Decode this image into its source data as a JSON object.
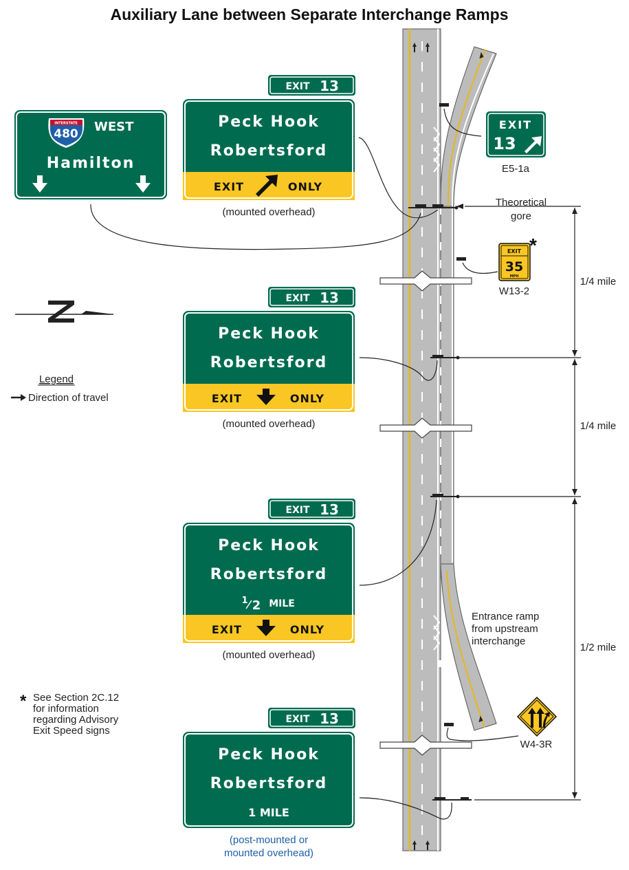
{
  "title": "Auxiliary Lane between Separate Interchange Ramps",
  "legend": {
    "heading": "Legend",
    "item": "Direction of travel"
  },
  "footnote": {
    "star": "*",
    "lines": [
      "See Section 2C.12",
      "for information",
      "regarding Advisory",
      "Exit Speed signs"
    ]
  },
  "signs": {
    "guide_1": {
      "tab_exit": "EXIT",
      "tab_num": "13",
      "dest1": "Peck Hook",
      "dest2": "Robertsford",
      "panel_left": "EXIT",
      "panel_right": "ONLY",
      "caption": "(mounted overhead)"
    },
    "guide_2": {
      "tab_exit": "EXIT",
      "tab_num": "13",
      "dest1": "Peck Hook",
      "dest2": "Robertsford",
      "panel_left": "EXIT",
      "panel_right": "ONLY",
      "caption": "(mounted overhead)"
    },
    "guide_3": {
      "tab_exit": "EXIT",
      "tab_num": "13",
      "dest1": "Peck Hook",
      "dest2": "Robertsford",
      "distance_num": "1",
      "distance_den": "2",
      "distance_unit": "MILE",
      "panel_left": "EXIT",
      "panel_right": "ONLY",
      "caption": "(mounted overhead)"
    },
    "guide_4": {
      "tab_exit": "EXIT",
      "tab_num": "13",
      "dest1": "Peck Hook",
      "dest2": "Robertsford",
      "distance": "1 MILE",
      "caption_line1": "(post-mounted or",
      "caption_line2": "mounted overhead)"
    },
    "interstate": {
      "shield_word": "INTERSTATE",
      "route": "480",
      "direction": "WEST",
      "dest": "Hamilton"
    },
    "gore_exit": {
      "word": "EXIT",
      "num": "13",
      "code": "E5-1a"
    },
    "advisory": {
      "word": "EXIT",
      "speed": "35",
      "unit": "MPH",
      "code": "W13-2",
      "star": "*"
    },
    "merge": {
      "code": "W4-3R"
    }
  },
  "annotations": {
    "theoretical_gore_1": "Theoretical",
    "theoretical_gore_2": "gore",
    "entrance_1": "Entrance ramp",
    "entrance_2": "from upstream",
    "entrance_3": "interchange"
  },
  "dimensions": {
    "d1": "1/4 mile",
    "d2": "1/4 mile",
    "d3": "1/2 mile"
  },
  "colors": {
    "green": "#006b4f",
    "yellow": "#f9c623",
    "road": "#bcbcbc",
    "edge_line": "#e6b81c",
    "blue_text": "#1f5fa8"
  }
}
